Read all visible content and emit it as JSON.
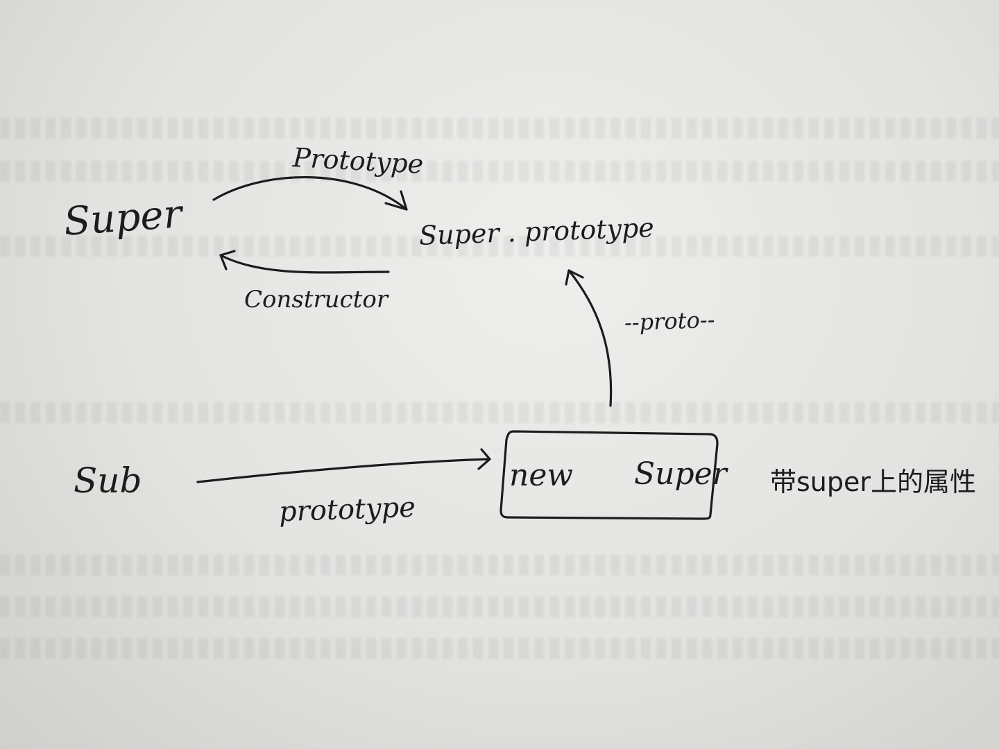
{
  "diagram": {
    "nodes": {
      "super": "Super",
      "super_prototype": "Super . prototype",
      "sub": "Sub",
      "new_super_new": "new",
      "new_super_super": "Super"
    },
    "edges": {
      "super_to_prototype": "Prototype",
      "prototype_to_super": "Constructor",
      "instance_to_prototype": "--proto--",
      "sub_to_instance": "prototype"
    },
    "note": "带super上的属性"
  },
  "colors": {
    "paper": "#e6e6e4",
    "ink": "#1c1c1c"
  }
}
